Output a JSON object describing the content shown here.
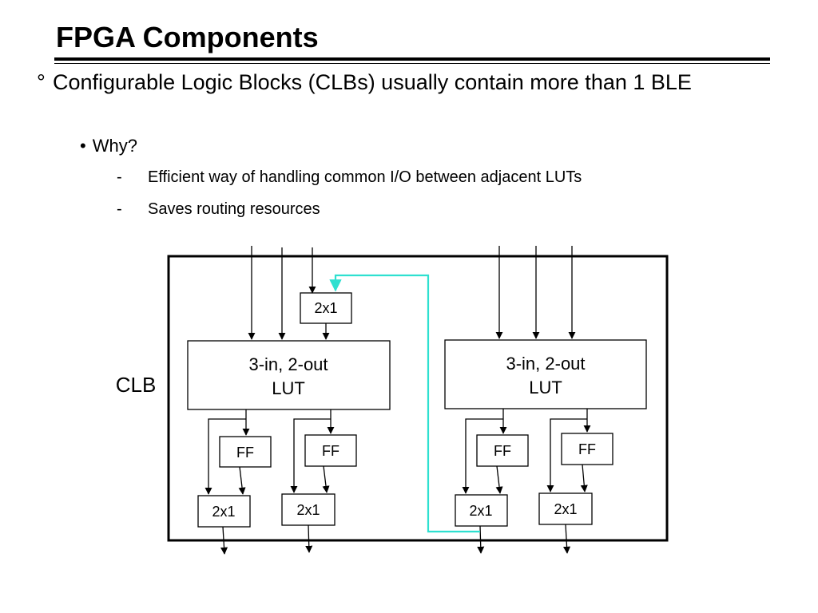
{
  "slide": {
    "title": "FPGA Components",
    "bullet1_marker": "°",
    "bullet1_text": "Configurable Logic Blocks (CLBs) usually contain more than 1 BLE",
    "bullet2_marker": "•",
    "bullet2_text": "Why?",
    "sub_marker": "-",
    "sub1_text": "Efficient way of handling common I/O between adjacent LUTs",
    "sub2_text": "Saves routing resources"
  },
  "diagram": {
    "clb_label": "CLB",
    "mux_label": "2x1",
    "lut_line1": "3-in, 2-out",
    "lut_line2": "LUT",
    "ff_label": "FF",
    "colors": {
      "line": "#000000",
      "shared_route": "#2ee0d0"
    }
  }
}
